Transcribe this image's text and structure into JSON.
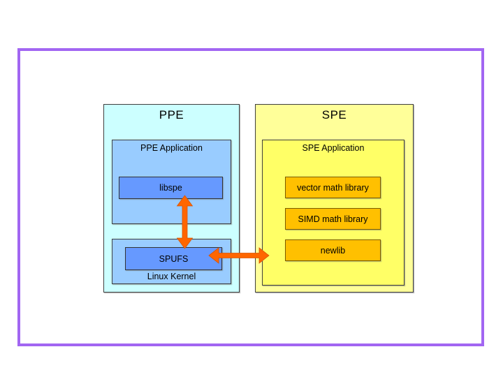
{
  "slide": {
    "bg": "#ffffff",
    "frame_color": "#a266f2"
  },
  "ppe": {
    "title": "PPE",
    "bg": "#ccffff",
    "application": {
      "label": "PPE Application",
      "bg": "#99ccff",
      "children": [
        {
          "label": "libspe",
          "bg": "#6699ff"
        }
      ]
    },
    "kernel": {
      "label": "Linux Kernel",
      "bg": "#99ccff",
      "children": [
        {
          "label": "SPUFS",
          "bg": "#6699ff"
        }
      ]
    }
  },
  "spe": {
    "title": "SPE",
    "bg": "#ffff99",
    "application": {
      "label": "SPE Application",
      "bg": "#ffff66",
      "children": [
        {
          "label": "vector math library",
          "bg": "#ffc000"
        },
        {
          "label": "SIMD math library",
          "bg": "#ffc000"
        },
        {
          "label": "newlib",
          "bg": "#ffc000"
        }
      ]
    }
  },
  "arrows": {
    "color": "#ff6600",
    "outline": "#d95400",
    "connections": [
      {
        "from": "libspe",
        "to": "SPUFS",
        "direction": "bidirectional"
      },
      {
        "from": "SPUFS",
        "to": "SPE",
        "direction": "bidirectional"
      }
    ]
  }
}
